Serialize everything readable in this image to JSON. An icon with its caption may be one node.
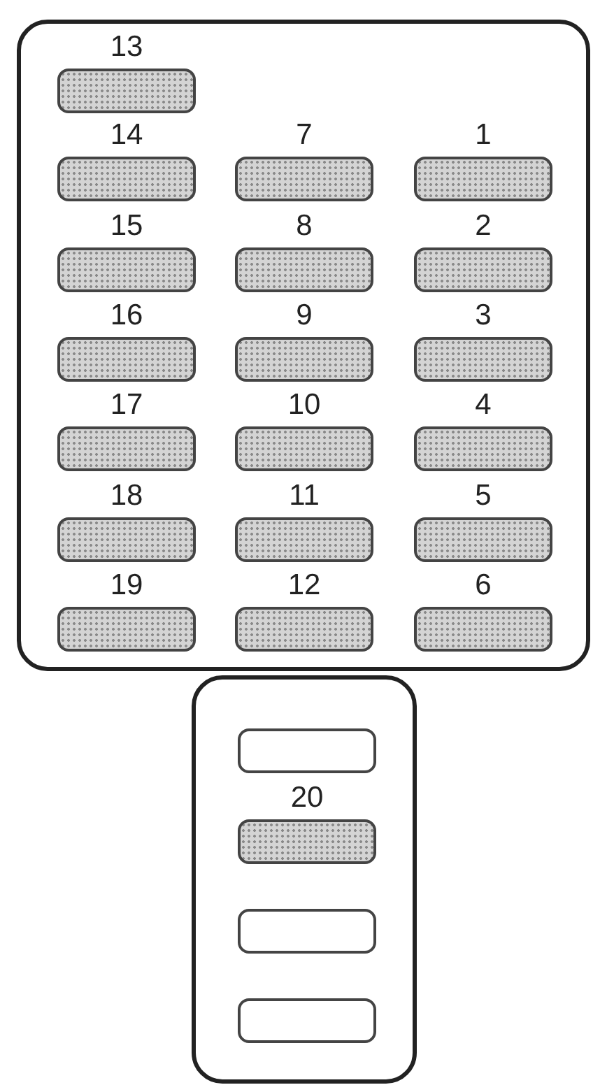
{
  "diagram": {
    "nodes": [
      {
        "text": [],
        "shape": "box"
      },
      {
        "text": [],
        "shape": "box"
      },
      {
        "text": [
          "13"
        ],
        "in": 0
      },
      {
        "text": [
          "14"
        ],
        "in": 0
      },
      {
        "text": [
          "7"
        ],
        "in": 0
      },
      {
        "text": [
          "1"
        ],
        "in": 0
      },
      {
        "text": [
          "15"
        ],
        "in": 0
      },
      {
        "text": [
          "8"
        ],
        "in": 0
      },
      {
        "text": [
          "2"
        ],
        "in": 0
      },
      {
        "text": [
          "16"
        ],
        "in": 0
      },
      {
        "text": [
          "9"
        ],
        "in": 0
      },
      {
        "text": [
          "3"
        ],
        "in": 0
      },
      {
        "text": [
          "17"
        ],
        "in": 0
      },
      {
        "text": [
          "10"
        ],
        "in": 0
      },
      {
        "text": [
          "4"
        ],
        "in": 0
      },
      {
        "text": [
          "18"
        ],
        "in": 0
      },
      {
        "text": [
          "11"
        ],
        "in": 0
      },
      {
        "text": [
          "5"
        ],
        "in": 0
      },
      {
        "text": [
          "19"
        ],
        "in": 0
      },
      {
        "text": [
          "12"
        ],
        "in": 0
      },
      {
        "text": [
          "6"
        ],
        "in": 0
      },
      {
        "text": [],
        "shape": "box",
        "in": 1
      },
      {
        "text": [
          "20"
        ],
        "in": 1
      },
      {
        "text": [],
        "shape": "box",
        "in": 1
      },
      {
        "text": [],
        "shape": "box",
        "in": 1
      }
    ]
  }
}
